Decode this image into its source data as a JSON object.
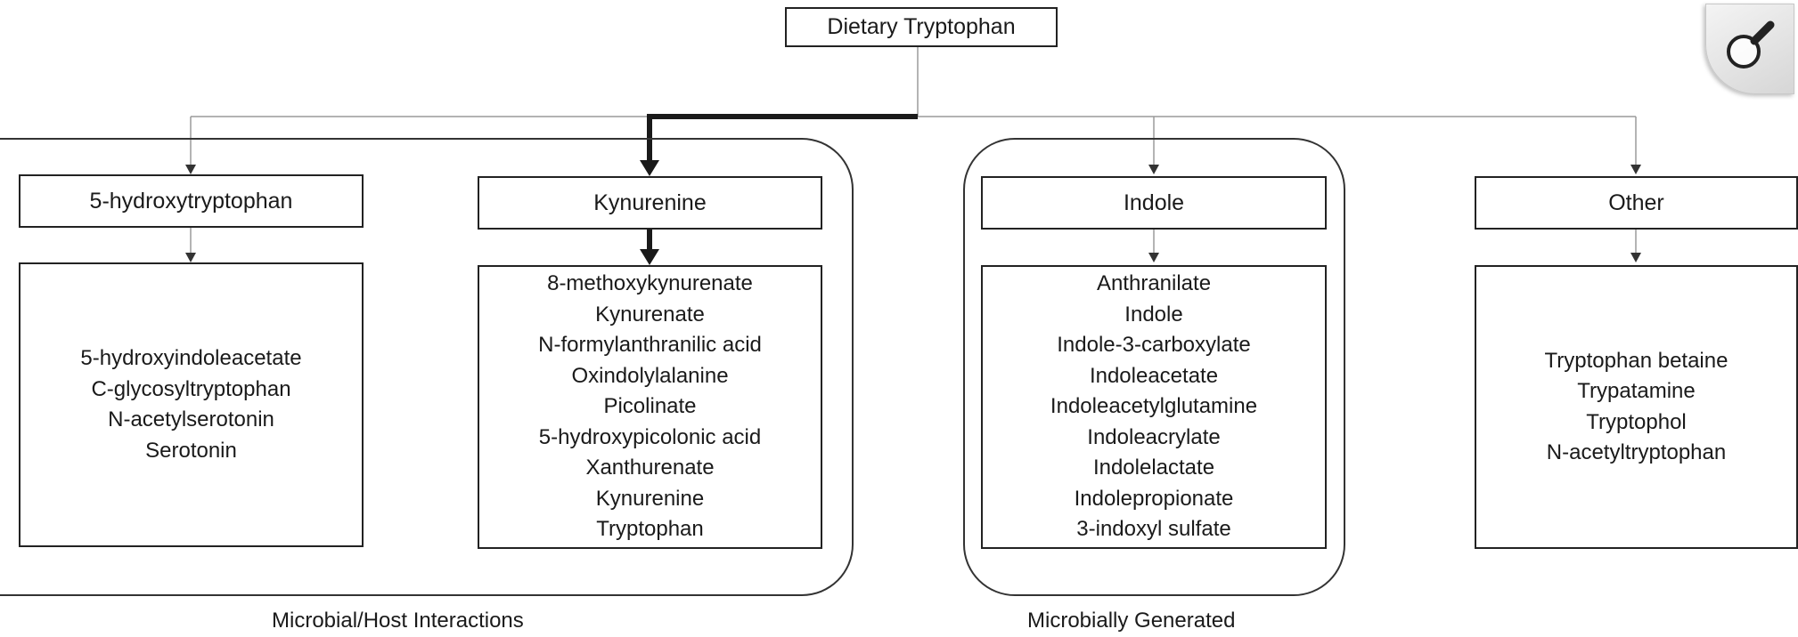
{
  "title": "Dietary Tryptophan",
  "group_labels": {
    "host": "Microbial/Host Interactions",
    "microbial": "Microbially Generated"
  },
  "pathways": [
    {
      "name": "5-hydroxytryptophan",
      "items": [
        "5-hydroxyindoleacetate",
        "C-glycosyltryptophan",
        "N-acetylserotonin",
        "Serotonin"
      ]
    },
    {
      "name": "Kynurenine",
      "emphasized": true,
      "items": [
        "8-methoxykynurenate",
        "Kynurenate",
        "N-formylanthranilic acid",
        "Oxindolylalanine",
        "Picolinate",
        "5-hydroxypicolonic acid",
        "Xanthurenate",
        "Kynurenine",
        "Tryptophan"
      ]
    },
    {
      "name": "Indole",
      "items": [
        "Anthranilate",
        "Indole",
        "Indole-3-carboxylate",
        "Indoleacetate",
        "Indoleacetylglutamine",
        "Indoleacrylate",
        "Indolelactate",
        "Indolepropionate",
        "3-indoxyl sulfate"
      ]
    },
    {
      "name": "Other",
      "items": [
        "Tryptophan betaine",
        "Trypatamine",
        "Tryptophol",
        "N-acetyltryptophan"
      ]
    }
  ],
  "colors": {
    "line": "#222222",
    "faint_line": "#9a9a9a"
  },
  "icons": {
    "zoom": "magnifier-icon"
  }
}
